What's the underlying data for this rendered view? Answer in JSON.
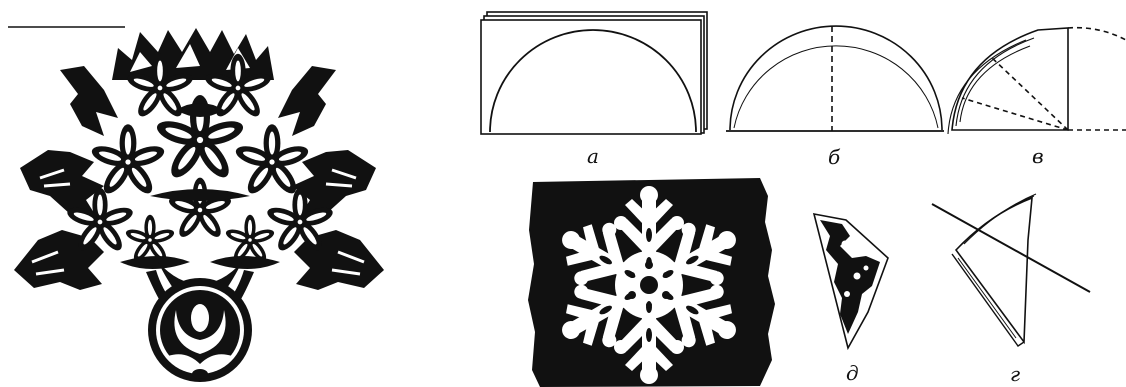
{
  "labels": {
    "a": "а",
    "b": "б",
    "v": "в",
    "g": "г",
    "d": "д"
  },
  "colors": {
    "ink": "#111111",
    "paper": "#ffffff"
  }
}
